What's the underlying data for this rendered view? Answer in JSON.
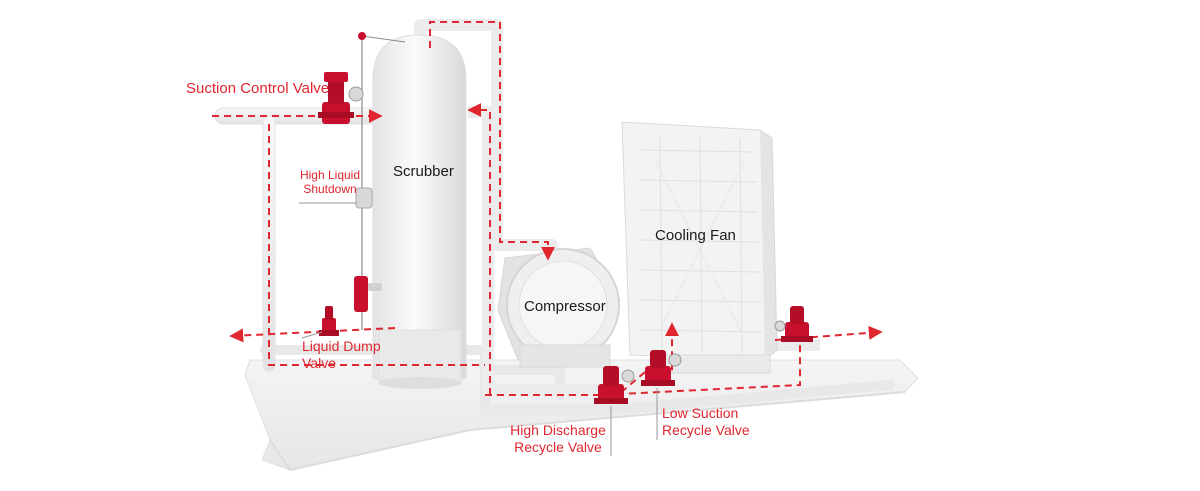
{
  "labels": {
    "suction_control_valve": "Suction Control Valve",
    "high_liquid_shutdown_line1": "High Liquid",
    "high_liquid_shutdown_line2": "Shutdown",
    "scrubber": "Scrubber",
    "cooling_fan": "Cooling Fan",
    "compressor": "Compressor",
    "liquid_dump_valve_line1": "Liquid Dump",
    "liquid_dump_valve_line2": "Valve",
    "high_discharge_line1": "High Discharge",
    "high_discharge_line2": "Recycle Valve",
    "low_suction_line1": "Low Suction",
    "low_suction_line2": "Recycle Valve"
  },
  "colors": {
    "flow_red": "#e0262f",
    "valve_red": "#c8102e",
    "equipment_gray": "#eeeeee",
    "skid_gray": "#f2f2f2",
    "label_dark": "#1a1a1a"
  }
}
